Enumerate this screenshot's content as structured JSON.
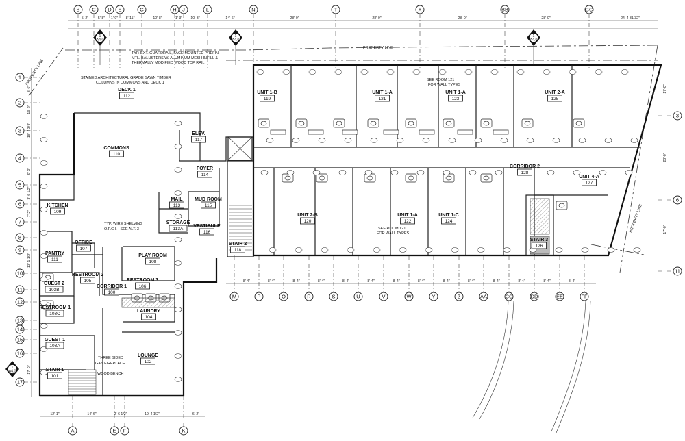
{
  "grid_top": [
    "B",
    "C",
    "D",
    "E",
    "G",
    "H",
    "J",
    "L",
    "N",
    "T",
    "X",
    "BB",
    "GG"
  ],
  "grid_bottom_east": [
    "M",
    "P",
    "Q",
    "R",
    "S",
    "U",
    "V",
    "W",
    "Y",
    "Z",
    "AA",
    "CC",
    "DD",
    "EE",
    "FF"
  ],
  "grid_bottom_west": [
    "A",
    "E",
    "F",
    "K"
  ],
  "grid_rows_left": [
    "1",
    "2",
    "3",
    "4",
    "5",
    "6",
    "7",
    "8",
    "9",
    "10",
    "11",
    "12",
    "13",
    "14",
    "15",
    "16",
    "17"
  ],
  "grid_rows_right": [
    "3",
    "6",
    "11"
  ],
  "section_markers": {
    "a": "A4.0",
    "num": "1"
  },
  "rooms": [
    {
      "name": "DECK 1",
      "num": "112"
    },
    {
      "name": "COMMONS",
      "num": "110"
    },
    {
      "name": "ELEV.",
      "num": "117"
    },
    {
      "name": "FOYER",
      "num": "114"
    },
    {
      "name": "KITCHEN",
      "num": "109"
    },
    {
      "name": "MAIL",
      "num": "113"
    },
    {
      "name": "MUD ROOM",
      "num": "115"
    },
    {
      "name": "STORAGE",
      "num": "113A"
    },
    {
      "name": "VESTIBULE",
      "num": "116"
    },
    {
      "name": "STAIR 2",
      "num": "118"
    },
    {
      "name": "OFFICE",
      "num": "107"
    },
    {
      "name": "PANTRY",
      "num": "111"
    },
    {
      "name": "PLAY ROOM",
      "num": "108"
    },
    {
      "name": "RESTROOM 2",
      "num": "105"
    },
    {
      "name": "GUEST 2",
      "num": "103B"
    },
    {
      "name": "CORRIDOR 1",
      "num": "100"
    },
    {
      "name": "RESTROOM 3",
      "num": "106"
    },
    {
      "name": "RESTROOM 1",
      "num": "103C"
    },
    {
      "name": "LAUNDRY",
      "num": "104"
    },
    {
      "name": "GUEST 1",
      "num": "103A"
    },
    {
      "name": "LOUNGE",
      "num": "102"
    },
    {
      "name": "STAIR 1",
      "num": "101"
    },
    {
      "name": "UNIT 1-B",
      "num": "119"
    },
    {
      "name": "UNIT 1-A",
      "num": "121"
    },
    {
      "name": "UNIT 1-A",
      "num": "123"
    },
    {
      "name": "UNIT 2-A",
      "num": "125"
    },
    {
      "name": "CORRIDOR 2",
      "num": "128"
    },
    {
      "name": "UNIT 4-A",
      "num": "127"
    },
    {
      "name": "UNIT 2-B",
      "num": "120"
    },
    {
      "name": "UNIT 1-A",
      "num": "122"
    },
    {
      "name": "UNIT 1-C",
      "num": "124"
    },
    {
      "name": "STAIR 3",
      "num": "126"
    }
  ],
  "notes": {
    "guardrail": [
      "TYP. EXT. GUARDRAIL, FACE-MOUNTED PREFIN.",
      "MTL. BALUSTERS W/ ALUMINUM MESH INFILL &",
      "THERMALLY MODIFIED WOOD TOP RAIL"
    ],
    "timber": [
      "STAINED ARCHITECTURAL GRADE SAWN TIMBER",
      "COLUMNS IN COMMONS AND DECK 1"
    ],
    "wire_shelving": [
      "TYP. WIRE SHELVING",
      "O.F.C.I. - SEE ALT. 3"
    ],
    "see_room_top": [
      "SEE ROOM 121",
      "FOR WALL TYPES"
    ],
    "see_room_bottom": [
      "SEE ROOM 121",
      "FOR WALL TYPES"
    ],
    "fireplace": [
      "THREE SIDED",
      "GAS FIREPLACE"
    ],
    "bench": "WOOD BENCH",
    "property_line": "PROPERTY LINE"
  },
  "dims_top": [
    "5'-2\"",
    "5'-8\"",
    "1'-0\"",
    "8'-11\"",
    "10'-8\"",
    "1'-3\"",
    "10'-3\"",
    "14'-6\"",
    "28'-0\"",
    "28'-0\"",
    "28'-0\"",
    "28'-0\"",
    "24'-4 31/32\""
  ],
  "dims_bottom_east": [
    "8'-4\"",
    "8'-4\"",
    "8'-4\"",
    "8'-4\"",
    "8'-4\"",
    "8'-4\"",
    "8'-4\"",
    "8'-4\"",
    "8'-4\"",
    "8'-4\"",
    "8'-4\"",
    "8'-4\"",
    "8'-4\"",
    "8'-4\""
  ],
  "dims_bottom_west": [
    "12'-1\"",
    "14'-6\"",
    "2'-6 1/2\"",
    "19'-4 1/2\"",
    "6'-2\""
  ],
  "dims_right": [
    "17'-0\"",
    "28'-0\"",
    "17'-0\""
  ],
  "dims_left": [
    "8'-6\"",
    "13'-2\"",
    "18'-4 3/4\"",
    "9'-0\"",
    "3'-6 1/2\"",
    "7'-2\"",
    "13'-1 1/2\"",
    "17'-0\""
  ]
}
